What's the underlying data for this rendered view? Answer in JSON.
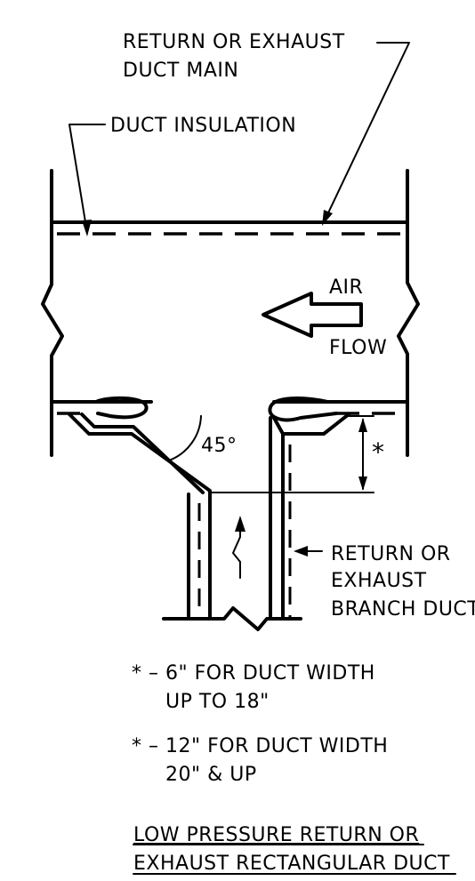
{
  "labels": {
    "main_line1": "RETURN OR EXHAUST",
    "main_line2": "DUCT MAIN",
    "insulation": "DUCT INSULATION",
    "air": "AIR",
    "flow": "FLOW",
    "angle": "45°",
    "asterisk": "*",
    "branch_line1": "RETURN OR",
    "branch_line2": "EXHAUST",
    "branch_line3": "BRANCH DUCT"
  },
  "notes": [
    {
      "line1": "* – 6\" FOR DUCT WIDTH",
      "line2": "UP TO 18\""
    },
    {
      "line1": "* – 12\" FOR DUCT WIDTH",
      "line2": "20\" & UP"
    }
  ],
  "title": {
    "line1": "LOW PRESSURE RETURN OR",
    "line2": "EXHAUST RECTANGULAR DUCT"
  }
}
